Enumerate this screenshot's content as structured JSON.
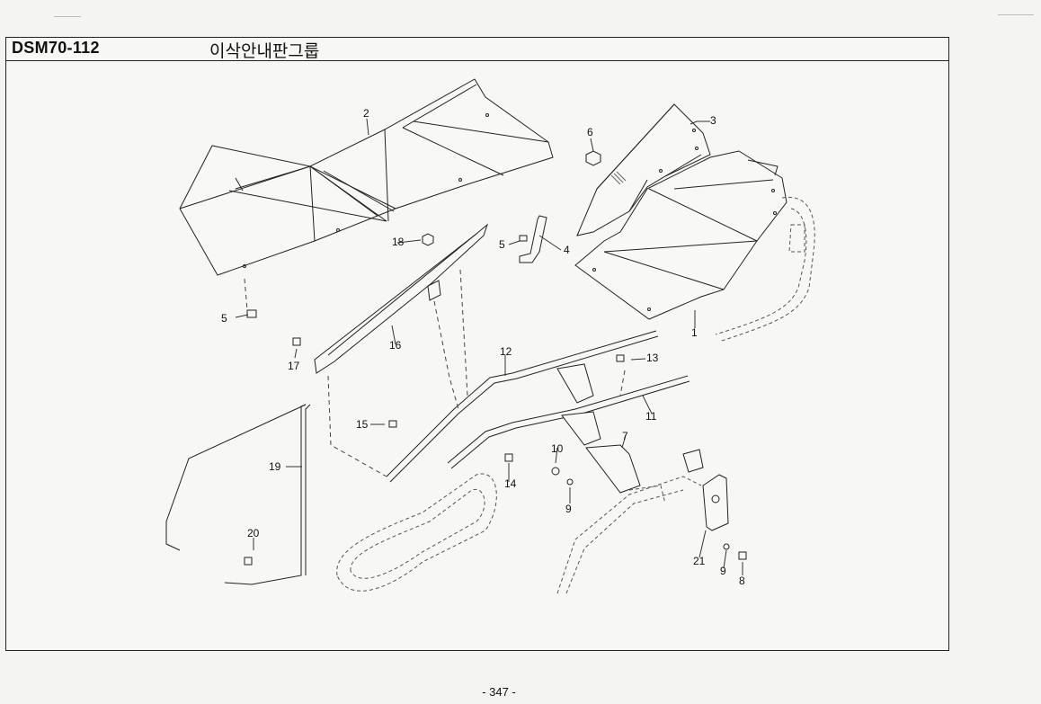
{
  "header": {
    "model_code": "DSM70-112",
    "group_title": "이삭안내판그룹"
  },
  "parts": [
    {
      "callout": "1",
      "item": "part-1"
    },
    {
      "callout": "2",
      "item": "part-2"
    },
    {
      "callout": "3",
      "item": "part-3"
    },
    {
      "callout": "4",
      "item": "part-4"
    },
    {
      "callout": "5",
      "item": "part-5"
    },
    {
      "callout": "6",
      "item": "part-6"
    },
    {
      "callout": "7",
      "item": "part-7"
    },
    {
      "callout": "8",
      "item": "part-8"
    },
    {
      "callout": "9",
      "item": "part-9"
    },
    {
      "callout": "10",
      "item": "part-10"
    },
    {
      "callout": "11",
      "item": "part-11"
    },
    {
      "callout": "12",
      "item": "part-12"
    },
    {
      "callout": "13",
      "item": "part-13"
    },
    {
      "callout": "14",
      "item": "part-14"
    },
    {
      "callout": "15",
      "item": "part-15"
    },
    {
      "callout": "16",
      "item": "part-16"
    },
    {
      "callout": "17",
      "item": "part-17"
    },
    {
      "callout": "18",
      "item": "part-18"
    },
    {
      "callout": "19",
      "item": "part-19"
    },
    {
      "callout": "20",
      "item": "part-20"
    },
    {
      "callout": "21",
      "item": "part-21"
    }
  ],
  "callouts": {
    "c1": "1",
    "c2": "2",
    "c3": "3",
    "c4": "4",
    "c5a": "5",
    "c5b": "5",
    "c6": "6",
    "c7": "7",
    "c8": "8",
    "c9a": "9",
    "c9b": "9",
    "c10": "10",
    "c11": "11",
    "c12": "12",
    "c13": "13",
    "c14": "14",
    "c15": "15",
    "c16": "16",
    "c17": "17",
    "c18": "18",
    "c19": "19",
    "c20": "20",
    "c21": "21"
  },
  "footer": {
    "page_number": "- 347 -"
  },
  "colors": {
    "line": "#222222",
    "paper": "#f4f4f2"
  }
}
